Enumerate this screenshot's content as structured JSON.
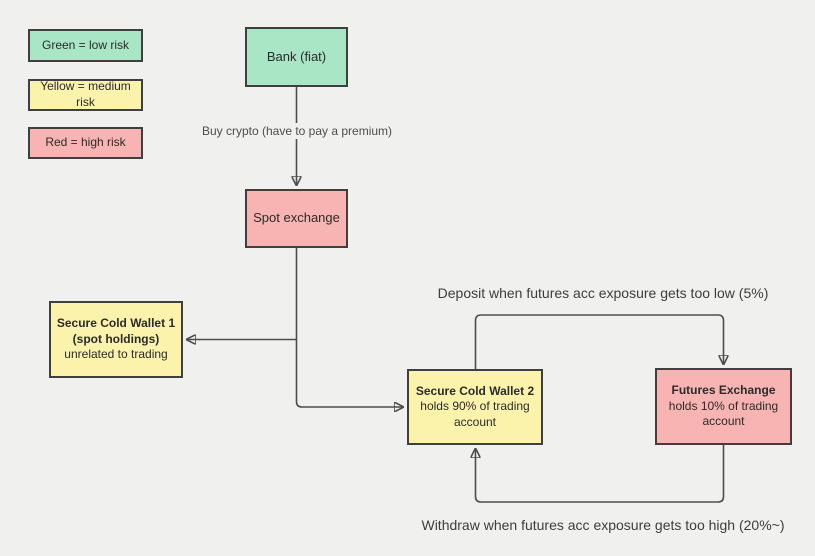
{
  "canvas": {
    "background": "#f0f0ee"
  },
  "colors": {
    "green_fill": "#a8e6c6",
    "yellow_fill": "#fbf3ab",
    "red_fill": "#f8b4b2",
    "shape_border": "#3f3f3f",
    "connector": "#4d4d4d",
    "text": "#2b2b2b"
  },
  "legend": {
    "items": [
      {
        "label": "Green = low risk",
        "risk_level": "low",
        "fill": "#a8e6c6"
      },
      {
        "label": "Yellow = medium risk",
        "risk_level": "medium",
        "fill": "#fbf3ab"
      },
      {
        "label": "Red = high risk",
        "risk_level": "high",
        "fill": "#f8b4b2"
      }
    ]
  },
  "nodes": {
    "bank": {
      "label": "Bank (fiat)",
      "fill": "#a8e6c6"
    },
    "spot_exchange": {
      "label": "Spot exchange",
      "fill": "#f8b4b2"
    },
    "cold_wallet_1": {
      "title": "Secure Cold Wallet 1\n(spot holdings)",
      "body": "unrelated to trading",
      "fill": "#fbf3ab"
    },
    "cold_wallet_2": {
      "title": "Secure Cold Wallet 2",
      "body": "holds 90% of trading account",
      "fill": "#fbf3ab"
    },
    "futures_exchange": {
      "title": "Futures Exchange",
      "body": "holds 10% of trading account",
      "fill": "#f8b4b2"
    }
  },
  "edge_labels": {
    "buy_crypto": "Buy crypto (have to pay a premium)",
    "deposit": "Deposit when futures acc exposure gets too low (5%)",
    "withdraw": "Withdraw when futures acc exposure gets too high (20%~)"
  }
}
